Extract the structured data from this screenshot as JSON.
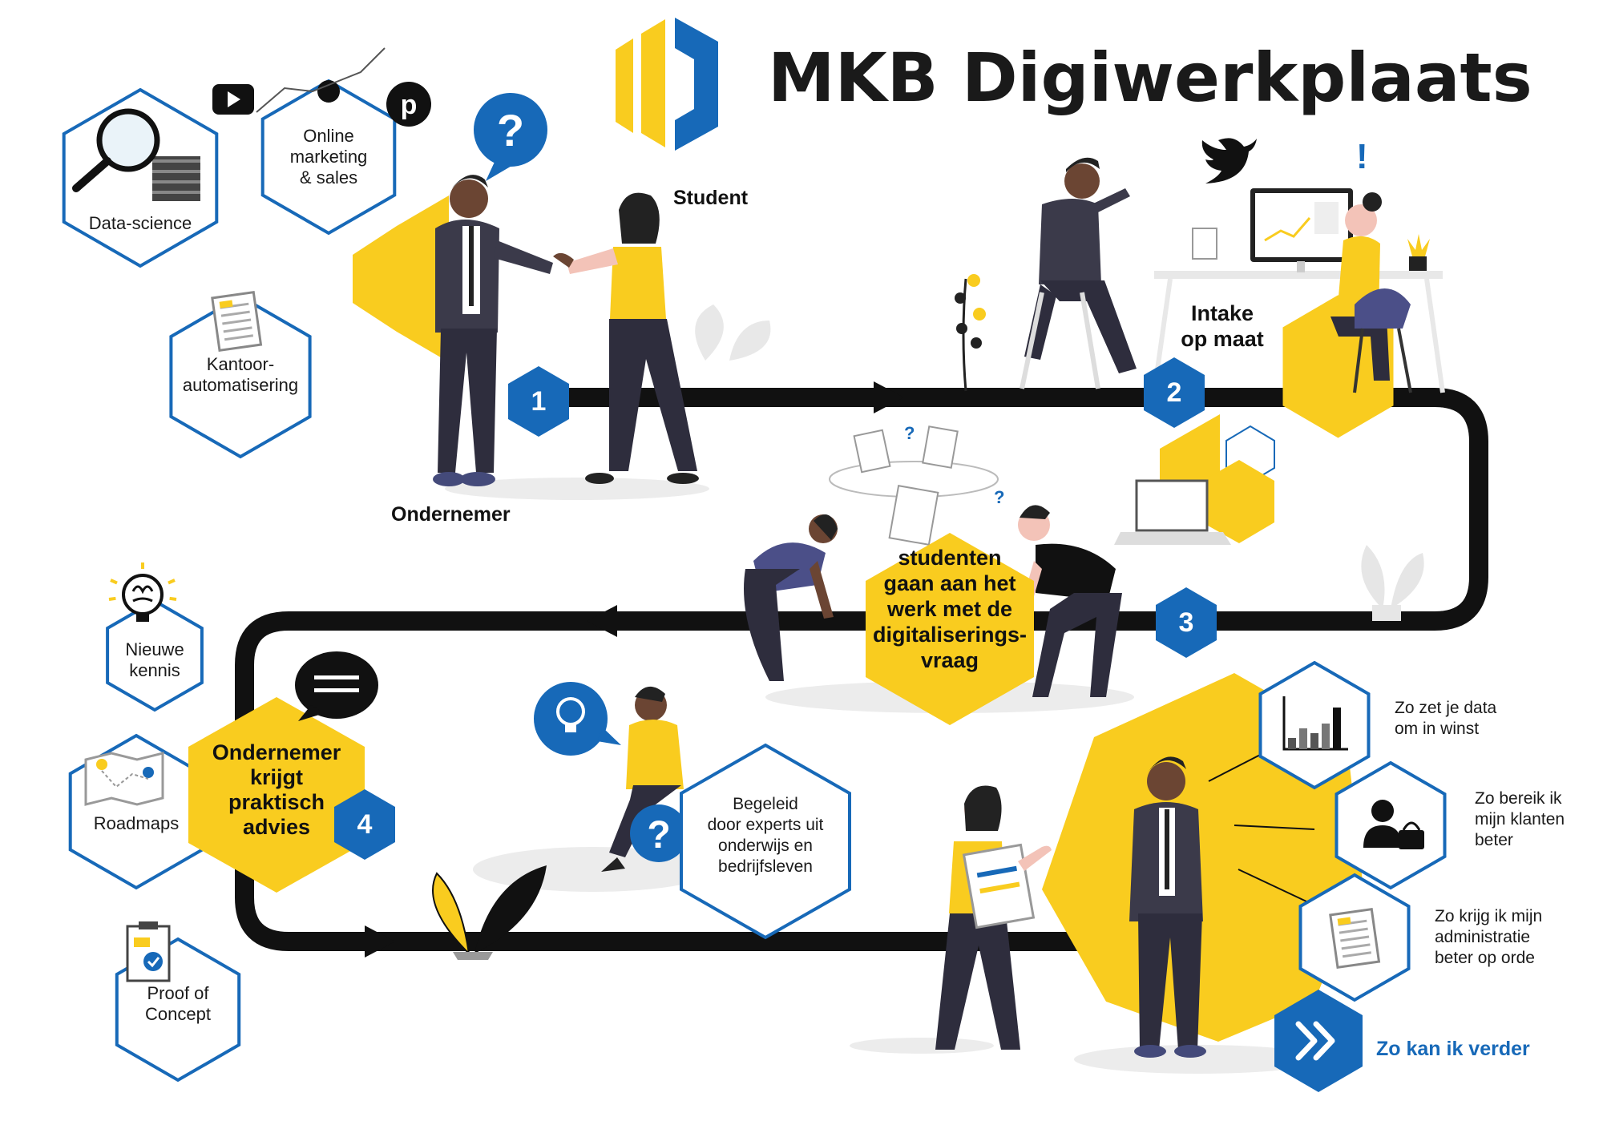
{
  "title": "MKB Digiwerkplaats",
  "colors": {
    "yellow": "#f9cc1f",
    "blue": "#1769b8",
    "dark": "#111111",
    "suit": "#3b3a4a",
    "skin": "#6b4533",
    "gray": "#eeeeee"
  },
  "roles": {
    "student": "Student",
    "entrepreneur": "Ondernemer"
  },
  "topics": [
    {
      "label": [
        "Data-science"
      ],
      "icon": "magnifier-server-icon"
    },
    {
      "label": [
        "Online",
        "marketing",
        "& sales"
      ],
      "icon": "social-media-icon"
    },
    {
      "label": [
        "Kantoor-",
        "automatisering"
      ],
      "icon": "document-icon"
    }
  ],
  "steps": [
    {
      "number": "1",
      "label": []
    },
    {
      "number": "2",
      "label": [
        "Intake",
        "op maat"
      ]
    },
    {
      "number": "3",
      "label": [
        "studenten",
        "gaan aan het",
        "werk met de",
        "digitaliserings-",
        "vraag"
      ]
    },
    {
      "number": "4",
      "label": [
        "Ondernemer",
        "krijgt",
        "praktisch",
        "advies"
      ]
    }
  ],
  "deliverables": [
    {
      "label": [
        "Nieuwe",
        "kennis"
      ],
      "icon": "brain-lightbulb-icon"
    },
    {
      "label": [
        "Roadmaps"
      ],
      "icon": "map-icon"
    },
    {
      "label": [
        "Proof of",
        "Concept"
      ],
      "icon": "clipboard-check-icon"
    }
  ],
  "guidance": [
    "Begeleid",
    "door experts uit",
    "onderwijs en",
    "bedrijfsleven"
  ],
  "outcomes": [
    {
      "label": [
        "Zo zet je data",
        "om in winst"
      ],
      "icon": "bar-chart-icon"
    },
    {
      "label": [
        "Zo bereik ik",
        "mijn klanten",
        "beter"
      ],
      "icon": "customer-basket-icon"
    },
    {
      "label": [
        "Zo krijg ik mijn",
        "administratie",
        "beter op orde"
      ],
      "icon": "document-icon"
    }
  ],
  "cta": {
    "label": "Zo kan ik verder",
    "icon": "double-chevron-icon"
  }
}
